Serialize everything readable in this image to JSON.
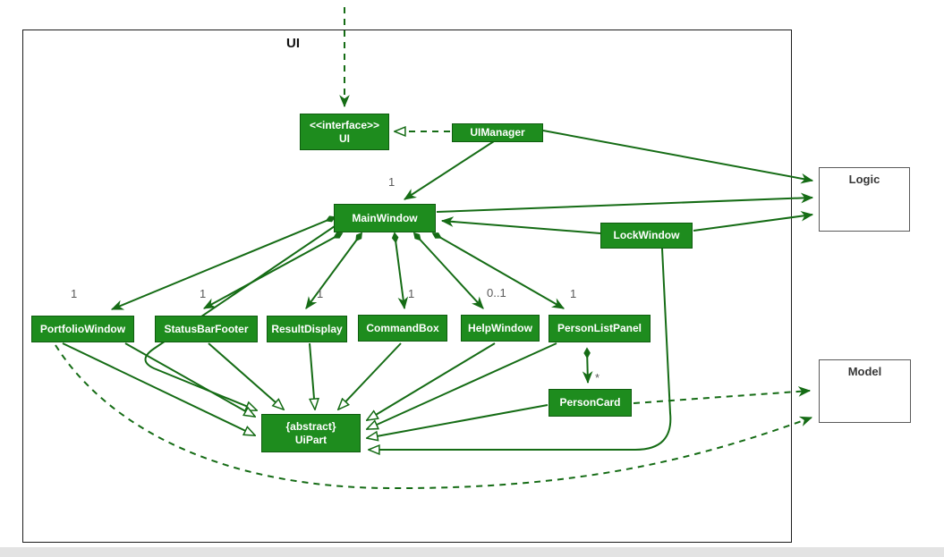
{
  "diagram": {
    "container_title": "UI",
    "classes": {
      "ui_interface": {
        "stereotype": "<<interface>>",
        "name": "UI"
      },
      "ui_manager": {
        "name": "UIManager"
      },
      "main_window": {
        "name": "MainWindow"
      },
      "lock_window": {
        "name": "LockWindow"
      },
      "portfolio_window": {
        "name": "PortfolioWindow"
      },
      "status_bar_footer": {
        "name": "StatusBarFooter"
      },
      "result_display": {
        "name": "ResultDisplay"
      },
      "command_box": {
        "name": "CommandBox"
      },
      "help_window": {
        "name": "HelpWindow"
      },
      "person_list_panel": {
        "name": "PersonListPanel"
      },
      "person_card": {
        "name": "PersonCard"
      },
      "ui_part": {
        "stereotype": "{abstract}",
        "name": "UiPart"
      },
      "logic": {
        "name": "Logic"
      },
      "model": {
        "name": "Model"
      }
    },
    "multiplicities": {
      "main_window": "1",
      "portfolio_window": "1",
      "status_bar_footer": "1",
      "result_display": "1",
      "command_box": "1",
      "help_window": "0..1",
      "person_list_panel": "1",
      "person_card": "*"
    },
    "colors": {
      "class_fill": "#1e8c1e",
      "class_border": "#0f5c0f",
      "line": "#156c15",
      "multiplicity_label": "#5a5a5a",
      "external_border": "#5a5a5a",
      "frame_border": "#1c1c1c"
    }
  }
}
